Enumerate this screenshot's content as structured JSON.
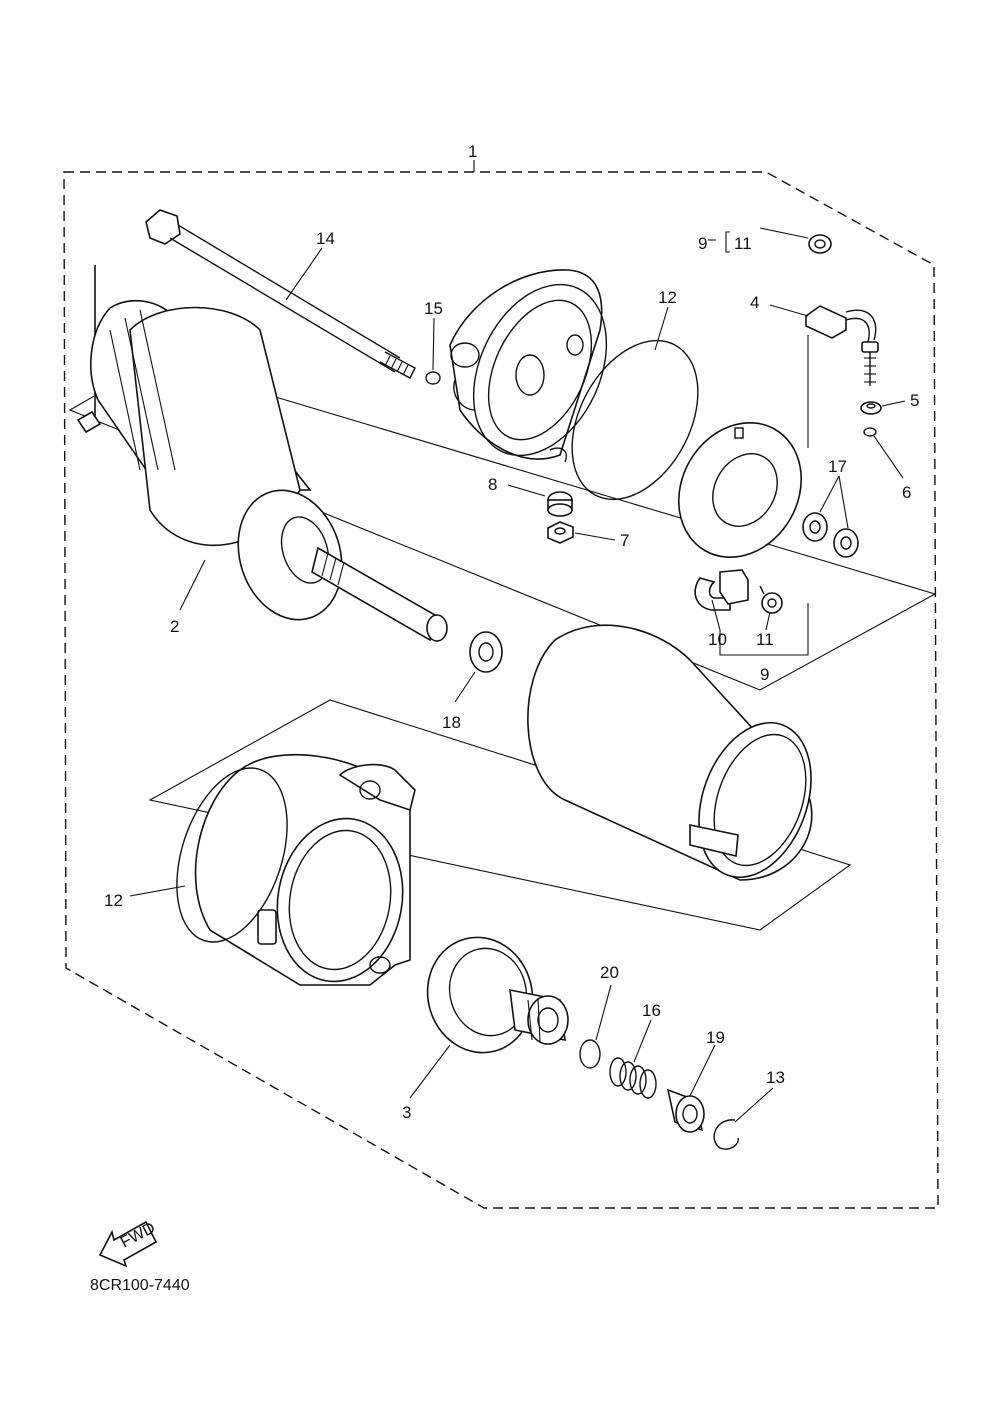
{
  "diagram": {
    "code": "8CR100-7440",
    "fwd_label": "FWD",
    "callouts": {
      "c1": "1",
      "c2": "2",
      "c3": "3",
      "c4": "4",
      "c5": "5",
      "c6": "6",
      "c7": "7",
      "c8": "8",
      "c9_top": "9",
      "c11_top": "11",
      "c9_bottom": "9",
      "c10": "10",
      "c11_bottom": "11",
      "c12_top": "12",
      "c12_left": "12",
      "c13": "13",
      "c14": "14",
      "c15": "15",
      "c16": "16",
      "c17": "17",
      "c18": "18",
      "c19": "19",
      "c20": "20"
    }
  }
}
